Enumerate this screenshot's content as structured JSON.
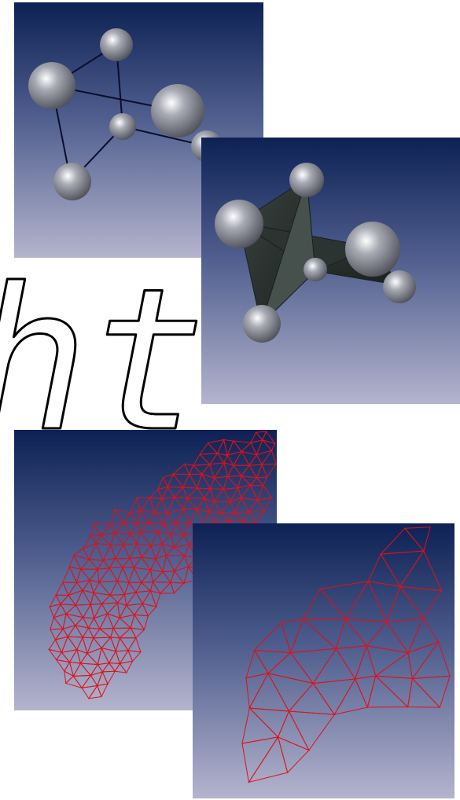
{
  "figure": {
    "outline_text": "ht",
    "colors": {
      "background_top": "#0d2154",
      "background_mid": "#4f5e8e",
      "background_bottom": "#b4b4cd",
      "sphere_light": "#ffffff",
      "sphere_mid": "#a7a9b3",
      "sphere_dark": "#4c4e58",
      "bond": "#0c0d2e",
      "surface_fill": "#3b4440",
      "surface_edge": "#1a201e",
      "wireframe": "#e0101a",
      "outline_stroke": "#000000",
      "outline_fill": "#ffffff"
    },
    "icons": {
      "molecule_balls": "ball-and-stick-molecule",
      "molecule_surface": "molecular-surface",
      "mesh_dense": "dense-triangle-mesh",
      "mesh_coarse": "coarse-triangle-mesh"
    }
  }
}
